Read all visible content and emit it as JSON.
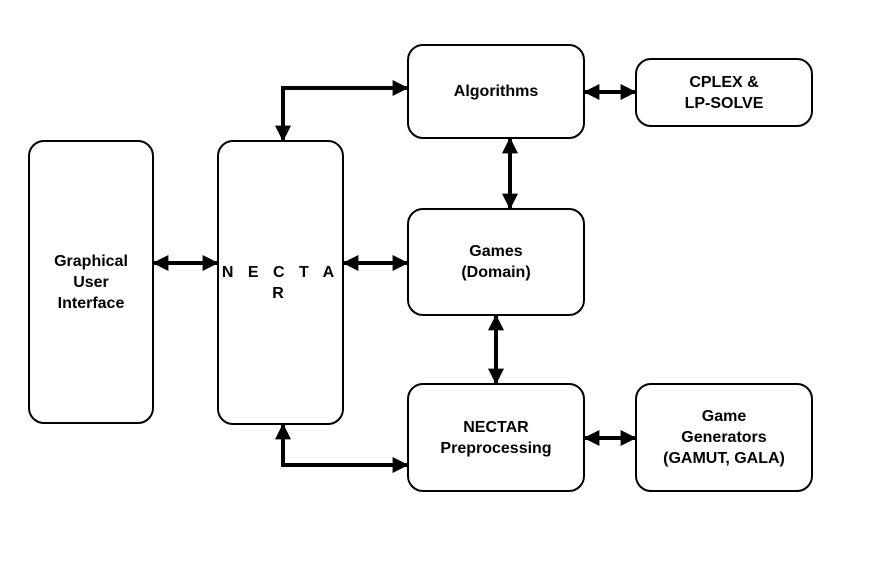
{
  "diagram": {
    "nodes": {
      "gui": {
        "label": "Graphical\nUser\nInterface"
      },
      "nectar": {
        "label": "N E C T A R"
      },
      "algorithms": {
        "label": "Algorithms"
      },
      "solvers": {
        "label": "CPLEX  &\nLP-SOLVE"
      },
      "games": {
        "label": "Games\n(Domain)"
      },
      "preprocessing": {
        "label": "NECTAR\nPreprocessing"
      },
      "generators": {
        "label": "Game\nGenerators\n(GAMUT, GALA)"
      }
    },
    "edges": [
      {
        "from": "gui",
        "to": "nectar",
        "direction": "both"
      },
      {
        "from": "nectar",
        "to": "algorithms",
        "direction": "both"
      },
      {
        "from": "nectar",
        "to": "games",
        "direction": "both"
      },
      {
        "from": "nectar",
        "to": "preprocessing",
        "direction": "both"
      },
      {
        "from": "algorithms",
        "to": "solvers",
        "direction": "both"
      },
      {
        "from": "algorithms",
        "to": "games",
        "direction": "both"
      },
      {
        "from": "games",
        "to": "preprocessing",
        "direction": "both"
      },
      {
        "from": "preprocessing",
        "to": "generators",
        "direction": "both"
      }
    ],
    "line_color": "#000000"
  }
}
